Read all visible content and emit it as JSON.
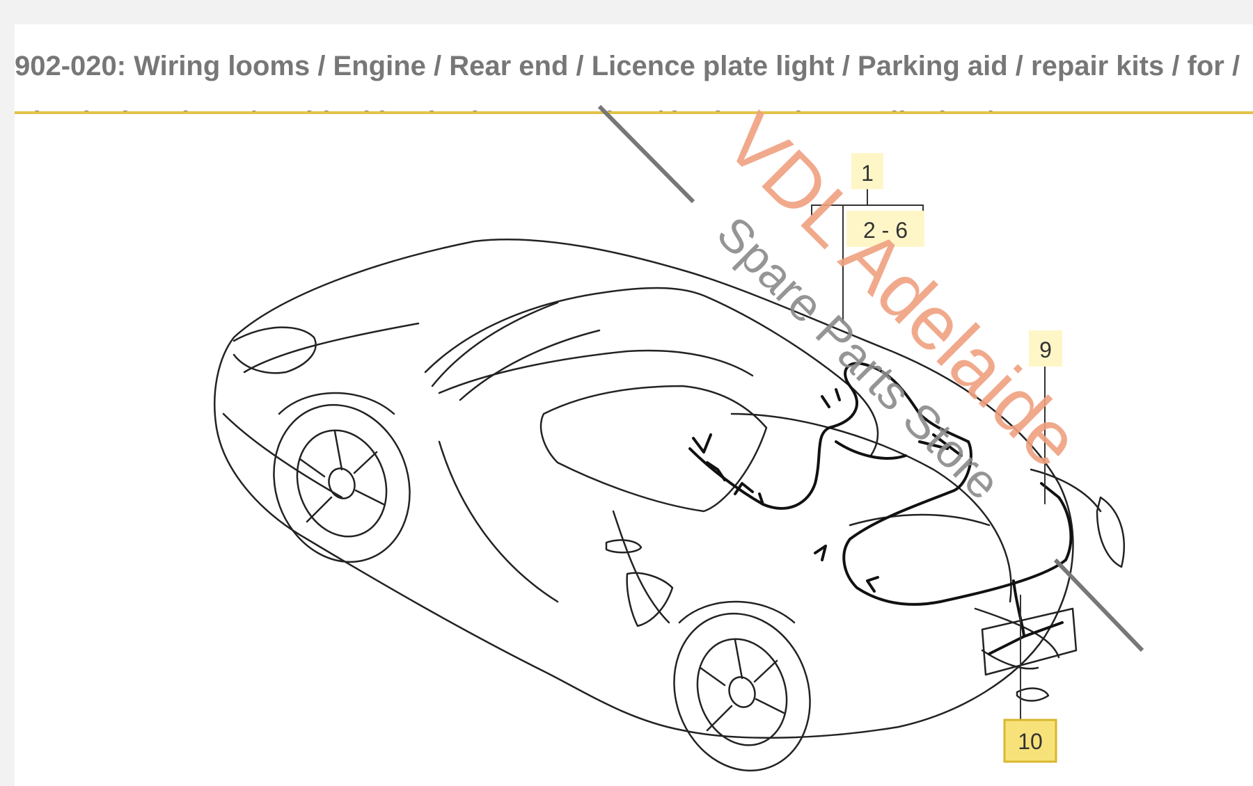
{
  "title": "902-020: Wiring looms / Engine / Rear end / Licence plate light / Parking aid / repair kits / for / Shock absorbers / anti-locking brake syst. -abs- / brake pad wear display /",
  "callouts": {
    "c1": "1",
    "c2": "2 - 6",
    "c9": "9",
    "c10": "10"
  },
  "watermark": {
    "line1": "VDL Adelaide",
    "line2": "Spare Parts Store"
  },
  "colors": {
    "title_text": "#777777",
    "title_rule": "#e3c24a",
    "callout_highlight": "#fff6c8",
    "callout_10_fill": "#f7e27a",
    "watermark_primary": "#f0a080",
    "watermark_secondary": "#8a8a8a"
  }
}
